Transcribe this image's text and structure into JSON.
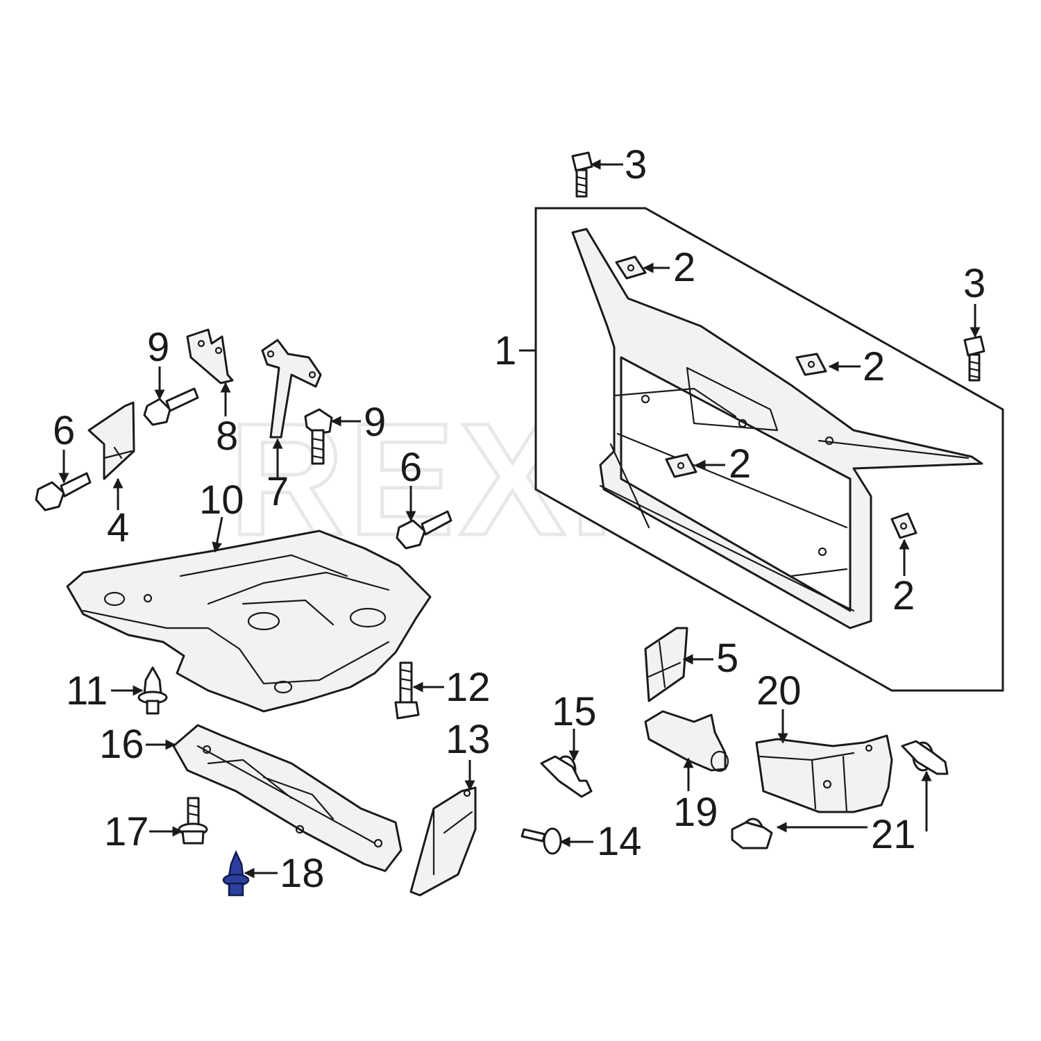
{
  "watermark": "REXKA",
  "highlight_color": "#2b3f9e",
  "callouts": {
    "c1": "1",
    "c2a": "2",
    "c2b": "2",
    "c2c": "2",
    "c2d": "2",
    "c3a": "3",
    "c3b": "3",
    "c4": "4",
    "c5": "5",
    "c6a": "6",
    "c6b": "6",
    "c7": "7",
    "c8": "8",
    "c9a": "9",
    "c9b": "9",
    "c10": "10",
    "c11": "11",
    "c12": "12",
    "c13": "13",
    "c14": "14",
    "c15": "15",
    "c16": "16",
    "c17": "17",
    "c18": "18",
    "c19": "19",
    "c20": "20",
    "c21": "21"
  }
}
